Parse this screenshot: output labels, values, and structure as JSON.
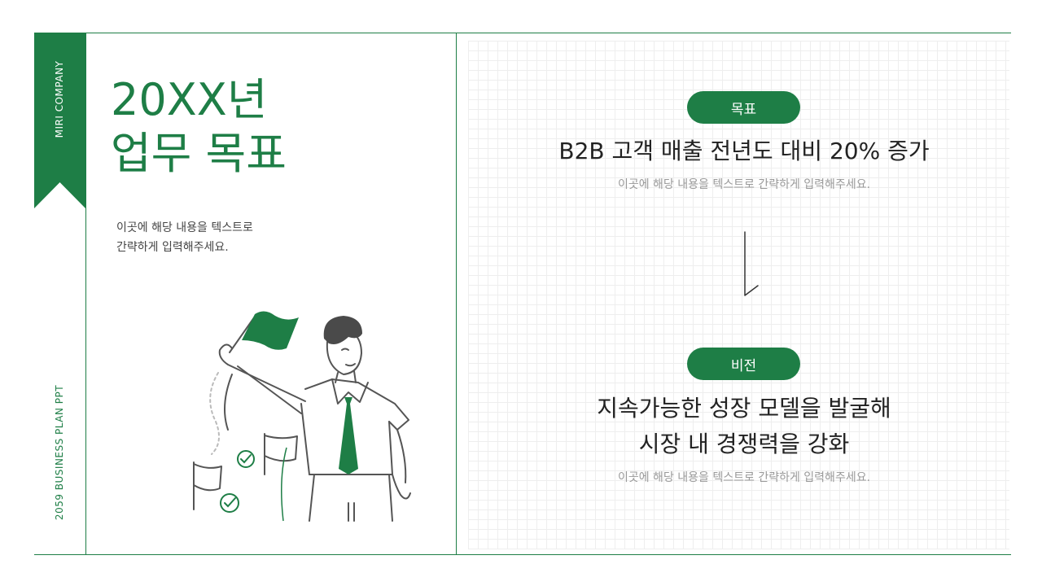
{
  "brand": {
    "company": "MIRI COMPANY",
    "series": "2059 BUSINESS PLAN PPT"
  },
  "title": {
    "line1": "20XX년",
    "line2": "업무 목표"
  },
  "left_description": {
    "line1": "이곳에 해당 내용을 텍스트로",
    "line2": "간략하게 입력해주세요."
  },
  "goal": {
    "label": "목표",
    "text": "B2B 고객 매출 전년도 대비 20% 증가",
    "description": "이곳에 해당 내용을 텍스트로 간략하게 입력해주세요."
  },
  "vision": {
    "label": "비전",
    "line1": "지속가능한 성장 모델을 발굴해",
    "line2": "시장 내 경쟁력을 강화",
    "description": "이곳에 해당 내용을 텍스트로 간략하게 입력해주세요."
  },
  "colors": {
    "accent": "#1e7e46",
    "text": "#222222",
    "muted": "#999999"
  }
}
